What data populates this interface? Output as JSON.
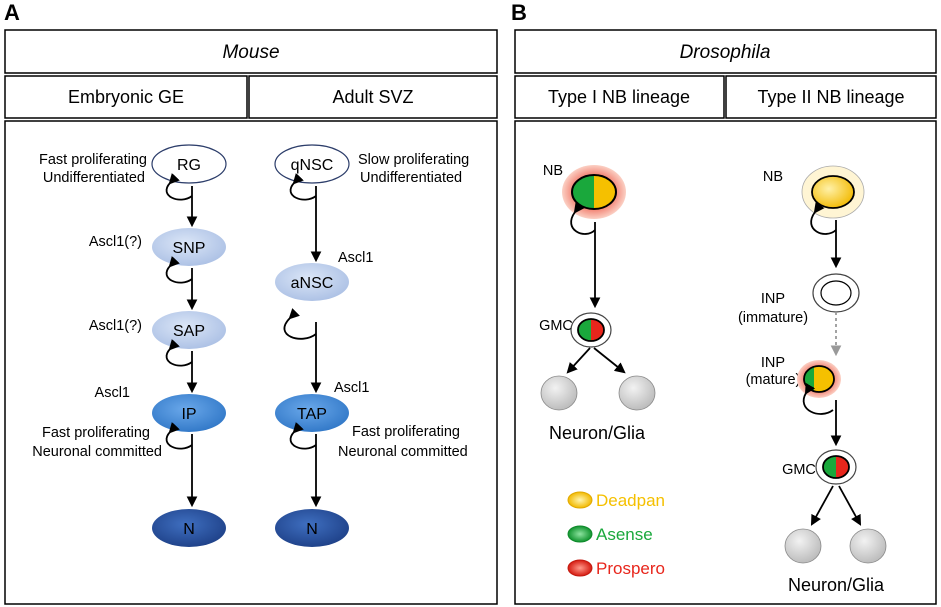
{
  "panel_a": {
    "letter": "A",
    "title": "Mouse",
    "col_left": "Embryonic GE",
    "col_right": "Adult SVZ",
    "left": {
      "rg": "RG",
      "rg_note_1": "Fast proliferating",
      "rg_note_2": "Undifferentiated",
      "snp": "SNP",
      "snp_factor": "Ascl1(?)",
      "sap": "SAP",
      "sap_factor": "Ascl1(?)",
      "ip": "IP",
      "ip_factor": "Ascl1",
      "ip_note_1": "Fast proliferating",
      "ip_note_2": "Neuronal committed",
      "n": "N"
    },
    "right": {
      "qnsc": "qNSC",
      "qnsc_note_1": "Slow proliferating",
      "qnsc_note_2": "Undifferentiated",
      "ansc": "aNSC",
      "ansc_factor": "Ascl1",
      "tap": "TAP",
      "tap_factor": "Ascl1",
      "tap_note_1": "Fast proliferating",
      "tap_note_2": "Neuronal committed",
      "n": "N"
    }
  },
  "panel_b": {
    "letter": "B",
    "title": "Drosophila",
    "col_left": "Type I NB lineage",
    "col_right": "Type II NB lineage",
    "type1": {
      "nb": "NB",
      "gmc": "GMC",
      "progeny": "Neuron/Glia"
    },
    "type2": {
      "nb": "NB",
      "inp_imm": "INP",
      "inp_imm_note": "(immature)",
      "inp_mat": "INP",
      "inp_mat_note": "(mature)",
      "gmc": "GMC",
      "progeny": "Neuron/Glia"
    },
    "legend": [
      {
        "label": "Deadpan",
        "color": "#f5c000"
      },
      {
        "label": "Asense",
        "color": "#1aa83c"
      },
      {
        "label": "Prospero",
        "color": "#e8261c"
      }
    ]
  },
  "colors": {
    "pale_blue": "#c3d3ee",
    "mid_blue": "#4a8fd8",
    "dark_blue": "#2c5aa8",
    "deadpan": "#f5c000",
    "asense": "#1aa83c",
    "prospero": "#e8261c"
  }
}
